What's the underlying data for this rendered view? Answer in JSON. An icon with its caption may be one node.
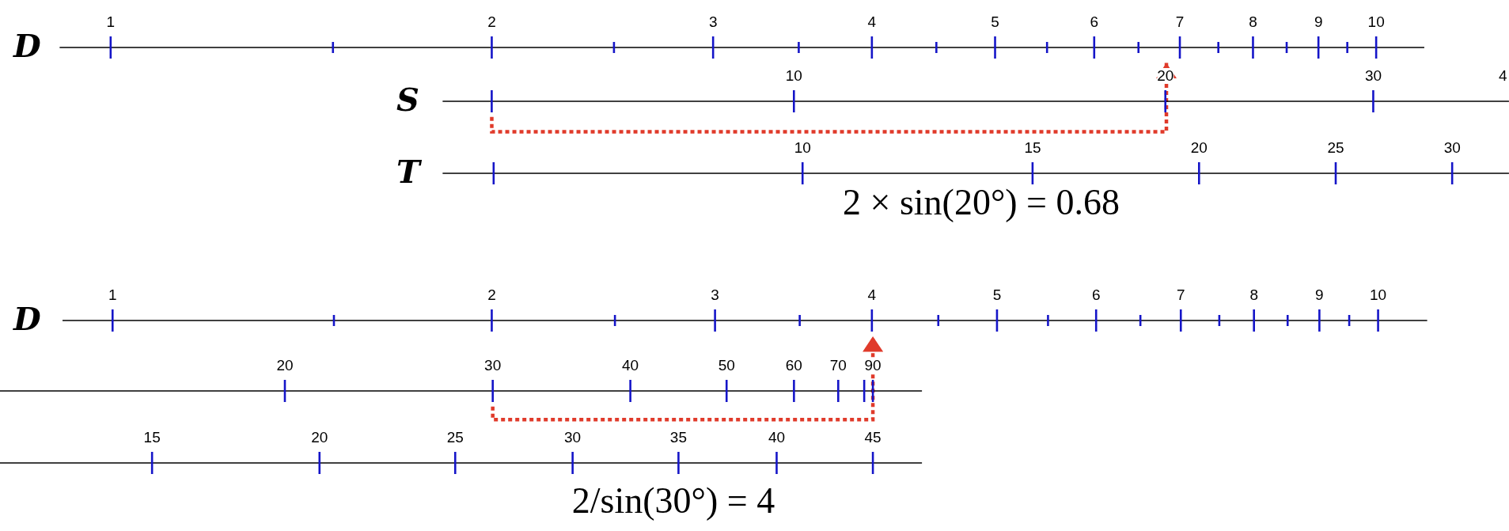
{
  "diagram": {
    "nodes": [
      {
        "text": [
          "D"
        ],
        "beside": [
          "1",
          "2",
          "3",
          "4",
          "5",
          "6",
          "7",
          "8",
          "9",
          "10"
        ]
      },
      {
        "text": [
          "S"
        ],
        "beside": [
          "10",
          "20",
          "30",
          "4"
        ]
      },
      {
        "text": [
          "T"
        ],
        "beside": [
          "10",
          "15",
          "20",
          "25",
          "30"
        ]
      },
      {
        "text": [
          "D"
        ],
        "beside": [
          "1",
          "2",
          "3",
          "4",
          "5",
          "6",
          "7",
          "8",
          "9",
          "10"
        ]
      },
      {
        "text": [],
        "shape": "bar",
        "beside": [
          "20",
          "30",
          "40",
          "50",
          "60",
          "70",
          "90"
        ]
      },
      {
        "text": [],
        "shape": "bar",
        "beside": [
          "15",
          "20",
          "25",
          "30",
          "35",
          "40",
          "45"
        ]
      }
    ],
    "edges": [
      {
        "from": 1,
        "to": 0,
        "arrow": "to",
        "style": "dashed"
      },
      {
        "from": 4,
        "to": 3,
        "arrow": "to",
        "style": "dashed"
      }
    ],
    "labels": [
      "2 × sin(20°) = 0.68",
      "2/sin(30°) = 4"
    ]
  }
}
